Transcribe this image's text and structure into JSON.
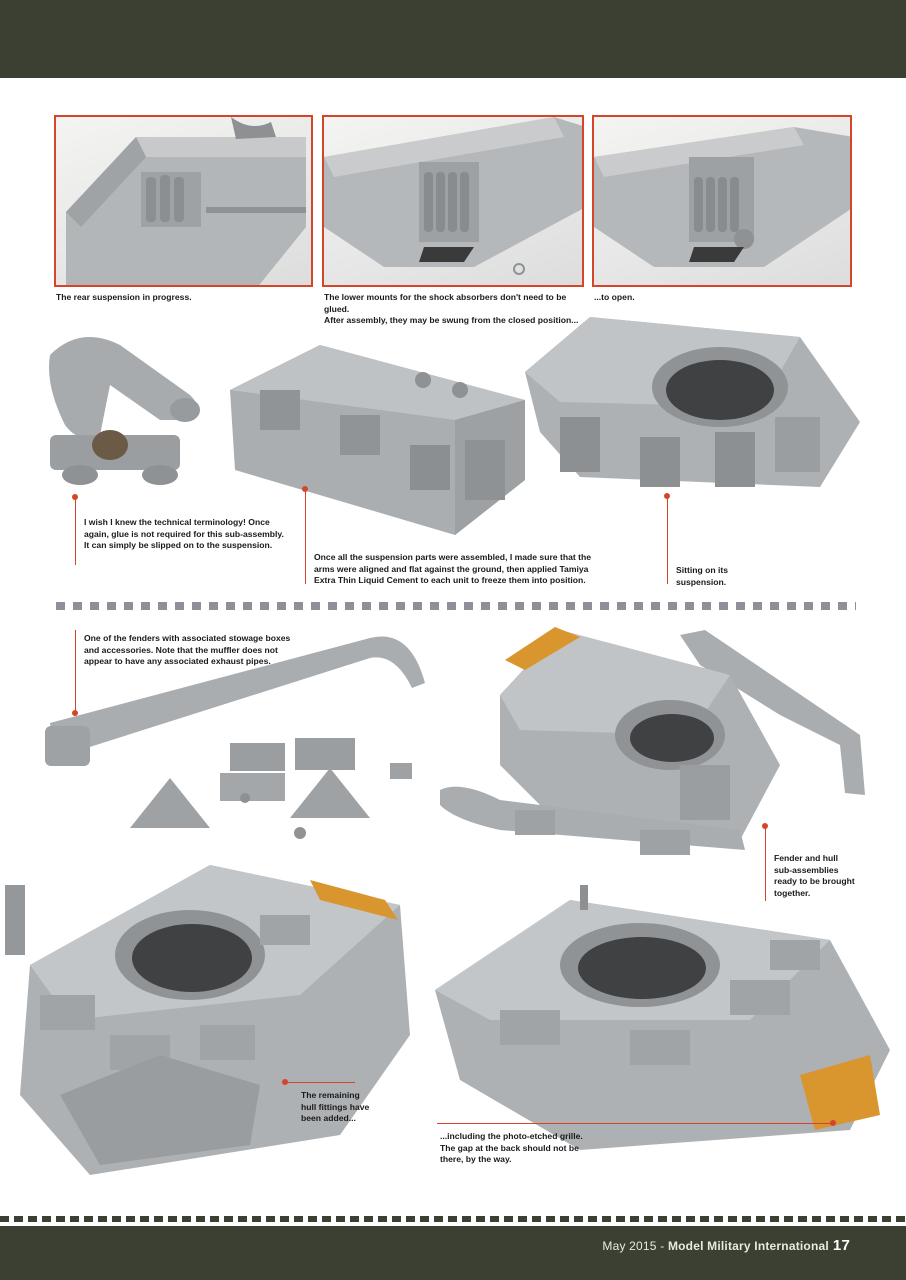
{
  "captions": {
    "rear_suspension": "The rear suspension in progress.",
    "lower_mounts": "The lower mounts for the shock absorbers don't need to be glued.\nAfter assembly, they may be swung from the closed position...",
    "to_open": "...to open.",
    "technical_terminology": "I wish I knew the technical terminology! Once\nagain, glue is not required for this sub-assembly.\nIt can simply be slipped on to the suspension.",
    "suspension_parts": "Once all the suspension parts were assembled, I made sure that the\narms were aligned and flat against the ground, then applied Tamiya\nExtra Thin Liquid Cement to each unit to freeze them into position.",
    "sitting": "Sitting on its\nsuspension.",
    "fenders": "One of the fenders with associated stowage boxes\nand accessories. Note that the muffler does not\nappear to have any associated exhaust pipes.",
    "fender_hull": "Fender and hull\nsub-assemblies\nready to be brought\ntogether.",
    "remaining": "The remaining\nhull fittings have\nbeen added...",
    "photo_etched": "...including the photo-etched grille.\nThe gap at the back should not be\nthere, by the way."
  },
  "footer": {
    "date": "May 2015 - ",
    "magazine": "Model Military International",
    "page": "17"
  },
  "colors": {
    "olive_band": "#3c4032",
    "accent_red": "#d4452a",
    "model_grey": "#a9adb0",
    "grille_orange": "#d9952e"
  }
}
